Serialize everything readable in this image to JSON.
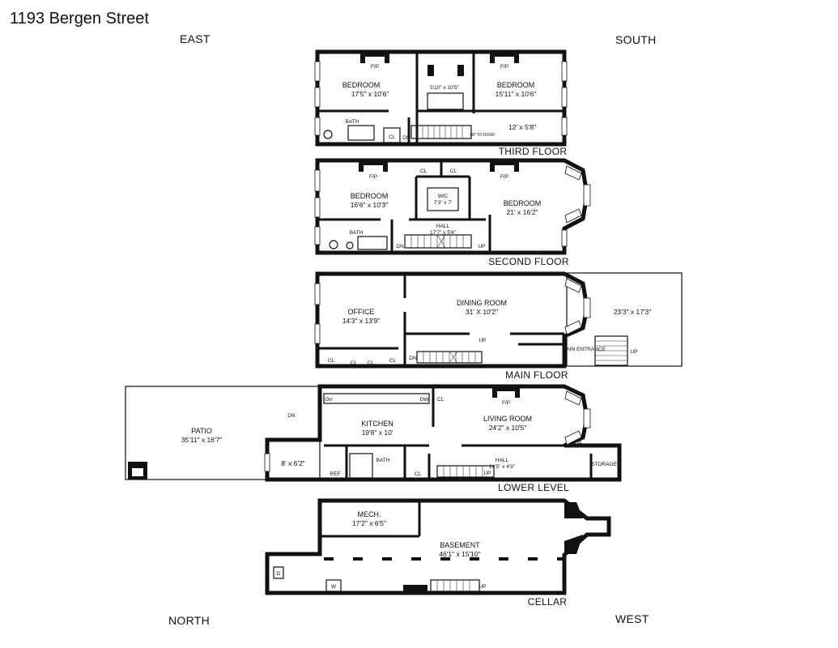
{
  "title": "1193 Bergen Street",
  "compass": {
    "east": "EAST",
    "south": "SOUTH",
    "north": "NORTH",
    "west": "WEST"
  },
  "floors": {
    "third": {
      "label": "THIRD FLOOR",
      "bedroom_left": {
        "name": "BEDROOM",
        "dim": "17'5\" x 10'6\""
      },
      "middle_dim": "5'10\" x 10'5\"",
      "bedroom_right": {
        "name": "BEDROOM",
        "dim": "15'11\" x 10'6\""
      },
      "bath": "BATH",
      "closet": "CL",
      "dn": "DN",
      "up_roof": "UP TO ROOF",
      "hall_dim": "12' x 5'8\"",
      "fp_left": "F/P",
      "fp_right": "F/P"
    },
    "second": {
      "label": "SECOND FLOOR",
      "bedroom_left": {
        "name": "BEDROOM",
        "dim": "16'6\" x 10'3\""
      },
      "wic": {
        "name": "WIC",
        "dim": "7'3\" x 7'"
      },
      "bedroom_right": {
        "name": "BEDROOM",
        "dim": "21' x 16'2\""
      },
      "bath": "BATH",
      "hall": {
        "name": "HALL",
        "dim": "17'7\" x 5'4\""
      },
      "cl_left": "CL",
      "cl_right": "CL",
      "dn": "DN",
      "up": "UP",
      "fp_left": "F/P",
      "fp_right": "F/P"
    },
    "main": {
      "label": "MAIN FLOOR",
      "office": {
        "name": "OFFICE",
        "dim": "14'3\" x 13'9\""
      },
      "dining": {
        "name": "DINING ROOM",
        "dim": "31' X 10'2\""
      },
      "stoop_dim": "23'3\" x 17'3\"",
      "entrance": "MAIN ENTRANCE",
      "up": "UP",
      "up2": "UP",
      "dn": "DN",
      "closets": [
        "CL",
        "CL",
        "CL",
        "CL"
      ]
    },
    "lower": {
      "label": "LOWER LEVEL",
      "patio": {
        "name": "PATIO",
        "dim": "35'11\" x 16'7\""
      },
      "kitchen": {
        "name": "KITCHEN",
        "dim": "19'8\" x 10'"
      },
      "living": {
        "name": "LIVING ROOM",
        "dim": "24'2\" x 10'5\""
      },
      "small_room_dim": "8' x 6'2\"",
      "bath": "BATH",
      "hall": {
        "name": "HALL",
        "dim": "24'5\" x 4'9\""
      },
      "storage": "STORAGE",
      "ov": "OV",
      "dw": "DW",
      "ref": "REF",
      "cl": "CL",
      "cl2": "CL",
      "fp": "F/P",
      "patio_fp": "F/P",
      "dn": "DN",
      "up": "UP",
      "up2": "UP"
    },
    "cellar": {
      "label": "CELLAR",
      "mech": {
        "name": "MECH.",
        "dim": "17'2\" x 6'5\""
      },
      "basement": {
        "name": "BASEMENT",
        "dim": "46'1\" x 15'10\""
      },
      "d": "D",
      "w": "W",
      "up": "UP"
    }
  }
}
